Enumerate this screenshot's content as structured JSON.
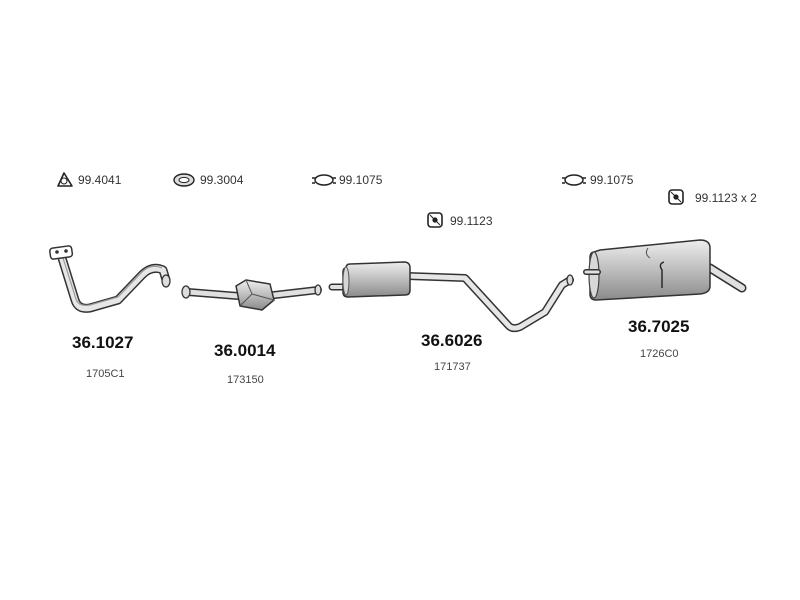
{
  "accessories": [
    {
      "id": "a1",
      "icon": "ring-gasket-icon",
      "label": "99.4041"
    },
    {
      "id": "a2",
      "icon": "flange-gasket-icon",
      "label": "99.3004"
    },
    {
      "id": "a3",
      "icon": "clamp-icon",
      "label": "99.1075"
    },
    {
      "id": "a4",
      "icon": "rubber-hanger-icon",
      "label": "99.1123"
    },
    {
      "id": "a5",
      "icon": "clamp-icon",
      "label": "99.1075"
    },
    {
      "id": "a6",
      "icon": "rubber-hanger-icon",
      "label": "99.1123 x 2"
    }
  ],
  "parts": [
    {
      "id": "p1",
      "name": "front-pipe",
      "part_no": "36.1027",
      "ref": "1705C1"
    },
    {
      "id": "p2",
      "name": "catalytic-converter",
      "part_no": "36.0014",
      "ref": "173150"
    },
    {
      "id": "p3",
      "name": "centre-silencer",
      "part_no": "36.6026",
      "ref": "171737"
    },
    {
      "id": "p4",
      "name": "rear-silencer",
      "part_no": "36.7025",
      "ref": "1726C0"
    }
  ]
}
